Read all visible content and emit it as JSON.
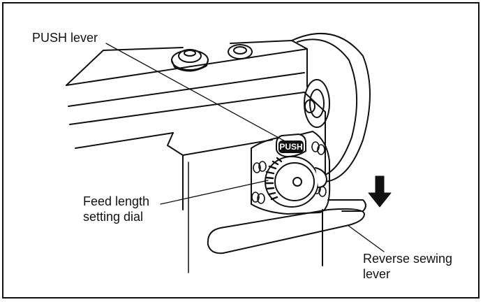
{
  "labels": {
    "push_lever": "PUSH lever",
    "feed_dial_line1": "Feed length",
    "feed_dial_line2": "setting dial",
    "reverse_line1": "Reverse sewing",
    "reverse_line2": "lever"
  },
  "stamp_text": "PUSH",
  "colors": {
    "ink": "#111111",
    "background": "#ffffff"
  }
}
